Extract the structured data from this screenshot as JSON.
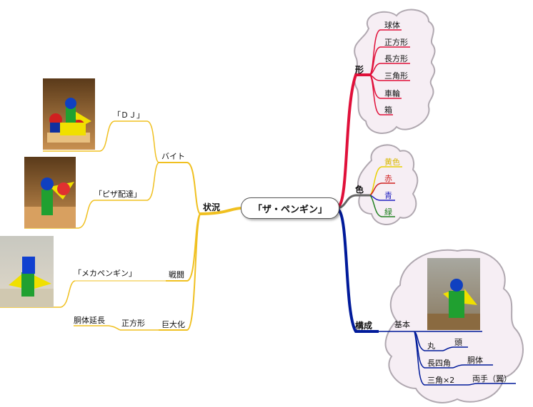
{
  "center": {
    "label": "「ザ・ペンギン」"
  },
  "right": {
    "shape": {
      "label": "形",
      "color": "#e0103a",
      "items": [
        "球体",
        "正方形",
        "長方形",
        "三角形",
        "車輪",
        "箱"
      ]
    },
    "colors": {
      "label": "色",
      "color": "#666666",
      "items": [
        {
          "label": "黄色",
          "color": "#e8d000"
        },
        {
          "label": "赤",
          "color": "#d02020"
        },
        {
          "label": "青",
          "color": "#2020c0"
        },
        {
          "label": "緑",
          "color": "#208020"
        }
      ]
    },
    "structure": {
      "label": "構成",
      "color": "#001a9a",
      "basic": "基本",
      "parts": [
        {
          "shape": "丸",
          "part": "頭"
        },
        {
          "shape": "長四角",
          "part": "胴体"
        },
        {
          "shape": "三角×2",
          "part": "両手（翼）"
        }
      ]
    }
  },
  "left": {
    "situation": {
      "label": "状況",
      "color": "#f0c020",
      "byte": {
        "label": "バイト",
        "items": [
          "「ＤＪ」",
          "「ピザ配達」"
        ]
      },
      "battle": {
        "label": "戦闘",
        "item": "「メカペンギン」"
      },
      "giant": {
        "label": "巨大化",
        "shape": "正方形",
        "extend": "胴体延長"
      }
    }
  }
}
